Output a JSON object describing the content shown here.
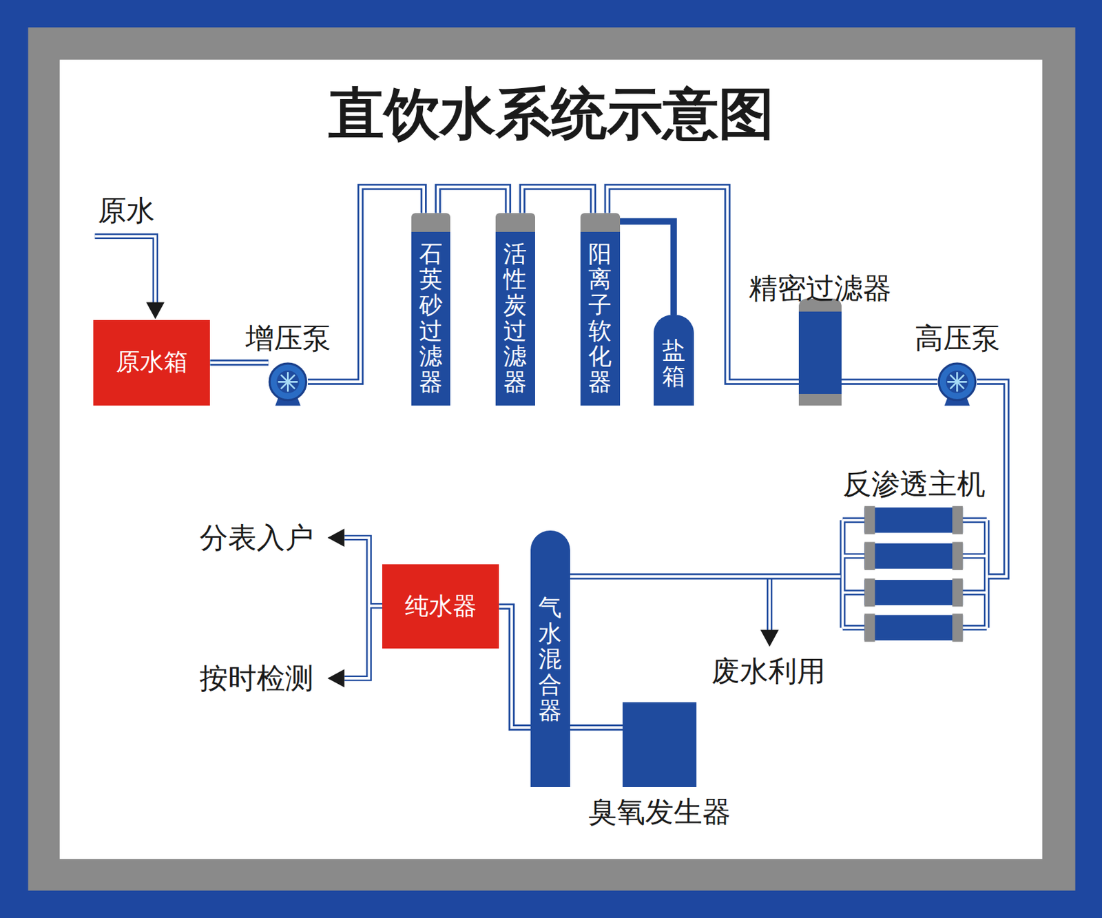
{
  "diagram": {
    "title": "直饮水系统示意图",
    "nodes": [
      {
        "text": [
          "原水箱"
        ]
      },
      {
        "text": [
          "增压泵"
        ]
      },
      {
        "text": [
          "石英砂过滤器"
        ]
      },
      {
        "text": [
          "活性炭过滤器"
        ]
      },
      {
        "text": [
          "阳离子软化器"
        ]
      },
      {
        "text": [
          "盐箱"
        ]
      },
      {
        "text": [
          "精密过滤器"
        ]
      },
      {
        "text": [
          "高压泵"
        ]
      },
      {
        "text": [
          "反渗透主机"
        ]
      },
      {
        "text": [
          "气水混合器"
        ]
      },
      {
        "text": [
          "臭氧发生器"
        ]
      },
      {
        "text": [
          "纯水器"
        ]
      }
    ],
    "edges": [
      {
        "from": 0,
        "to": 1,
        "arrow": "none"
      },
      {
        "from": 1,
        "to": 2,
        "arrow": "none"
      },
      {
        "from": 2,
        "to": 3,
        "arrow": "none"
      },
      {
        "from": 3,
        "to": 4,
        "arrow": "none"
      },
      {
        "from": 4,
        "to": 5,
        "arrow": "none"
      },
      {
        "from": 4,
        "to": 6,
        "arrow": "none"
      },
      {
        "from": 6,
        "to": 7,
        "arrow": "none"
      },
      {
        "from": 7,
        "to": 8,
        "arrow": "none"
      },
      {
        "from": 8,
        "to": 9,
        "arrow": "none"
      },
      {
        "from": 10,
        "to": 9,
        "arrow": "none"
      },
      {
        "from": 9,
        "to": 11,
        "arrow": "none"
      }
    ],
    "labels": [
      "原水",
      "废水利用",
      "分表入户",
      "按时检测"
    ]
  }
}
